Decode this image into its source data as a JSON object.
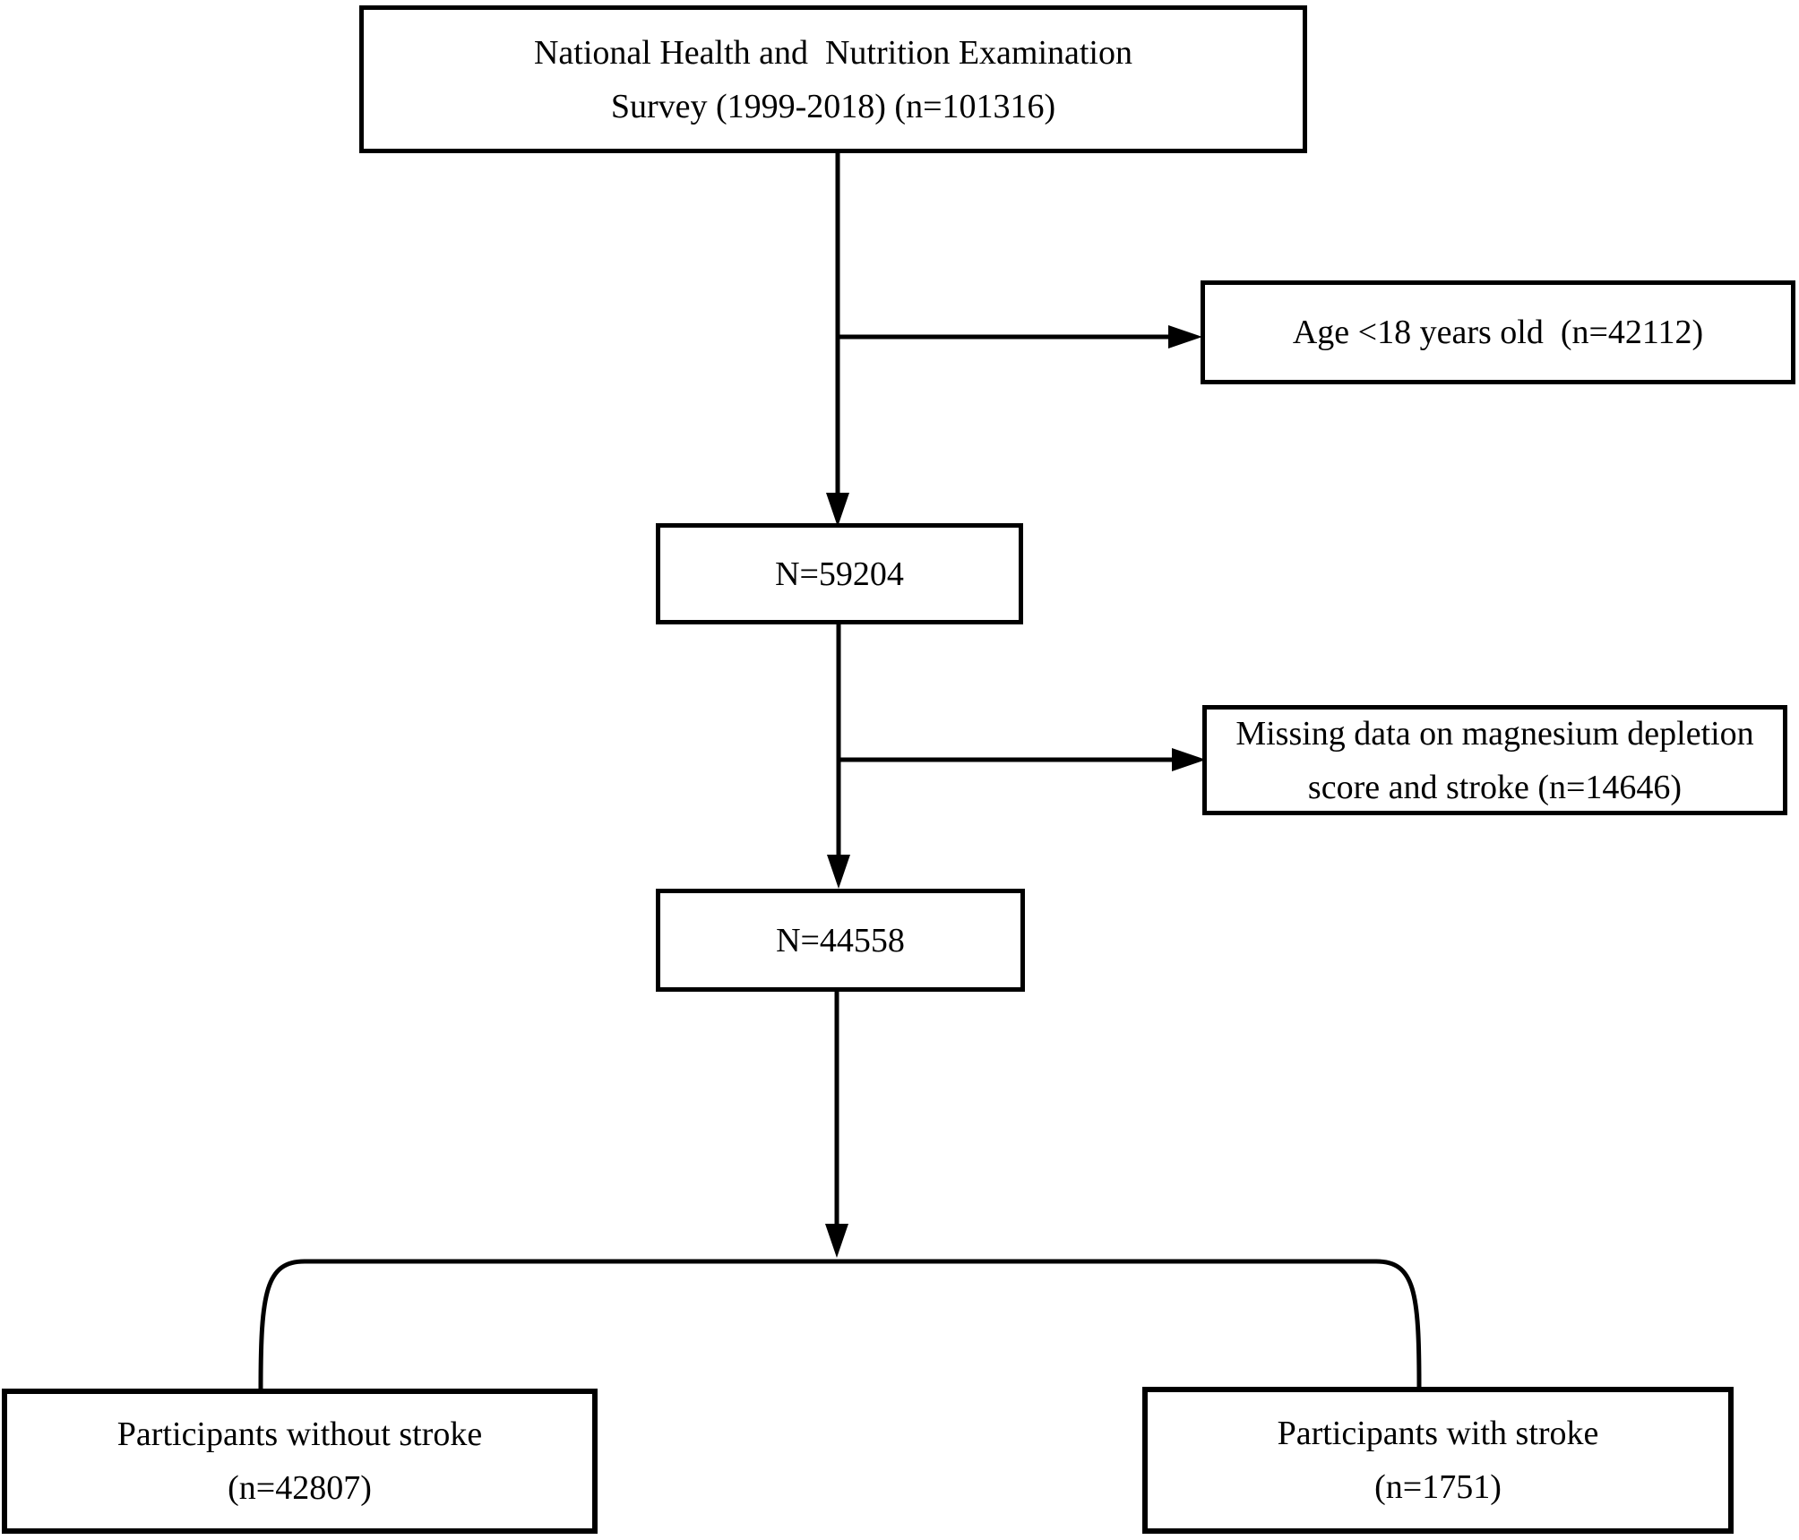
{
  "diagram": {
    "title": "Participant selection flowchart",
    "colors": {
      "background": "#ffffff",
      "line": "#000000",
      "text": "#000000"
    },
    "boxes": {
      "source": {
        "lines": [
          "National Health and  Nutrition Examination",
          "Survey (1999-2018) (n=101316)"
        ]
      },
      "excluded_age": {
        "lines": [
          "Age <18 years old  (n=42112)"
        ]
      },
      "n_after_age": {
        "lines": [
          "N=59204"
        ]
      },
      "excluded_missing": {
        "lines": [
          "Missing data on magnesium depletion",
          "score and stroke (n=14646)"
        ]
      },
      "n_after_missing": {
        "lines": [
          "N=44558"
        ]
      },
      "without_stroke": {
        "lines": [
          "Participants without stroke",
          "(n=42807)"
        ]
      },
      "with_stroke": {
        "lines": [
          "Participants with stroke",
          "(n=1751)"
        ]
      }
    }
  }
}
